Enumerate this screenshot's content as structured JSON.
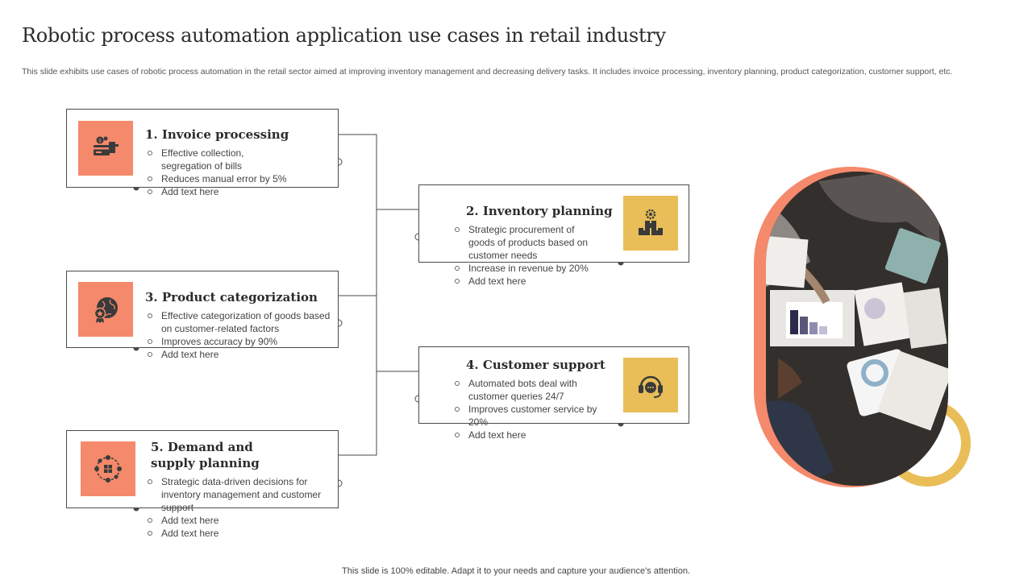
{
  "header": {
    "title": "Robotic process automation application use cases in retail industry",
    "subtitle": "This slide exhibits use cases of robotic process automation in the retail sector aimed at improving inventory management and decreasing delivery tasks. It includes invoice processing, inventory planning, product categorization, customer support, etc."
  },
  "cards": [
    {
      "title": "1. Invoice processing",
      "icon": "invoice-icon",
      "bullets": [
        "Effective collection, segregation of bills",
        "Reduces manual error by 5%",
        "Add text here"
      ]
    },
    {
      "title": "2. Inventory planning",
      "icon": "inventory-boxes-icon",
      "bullets": [
        "Strategic procurement of goods of products based on customer needs",
        "Increase in revenue by 20%",
        "Add text here"
      ]
    },
    {
      "title": "3. Product categorization",
      "icon": "globe-award-icon",
      "bullets": [
        "Effective categorization of goods based on customer-related factors",
        "Improves accuracy by 90%",
        "Add text here"
      ]
    },
    {
      "title": "4. Customer support",
      "icon": "headset-support-icon",
      "bullets": [
        "Automated bots deal with customer queries 24/7",
        "Improves customer service by 20%",
        "Add text here"
      ]
    },
    {
      "title": "5. Demand and supply planning",
      "icon": "supply-network-icon",
      "bullets": [
        "Strategic data-driven decisions for inventory management and customer support",
        "Add text here",
        "Add text here"
      ]
    }
  ],
  "colors": {
    "orange": "#f4896b",
    "gold": "#e9bd58",
    "line": "#4a4a4a"
  },
  "footer": "This slide is 100% editable. Adapt it to your needs and capture your audience's attention."
}
